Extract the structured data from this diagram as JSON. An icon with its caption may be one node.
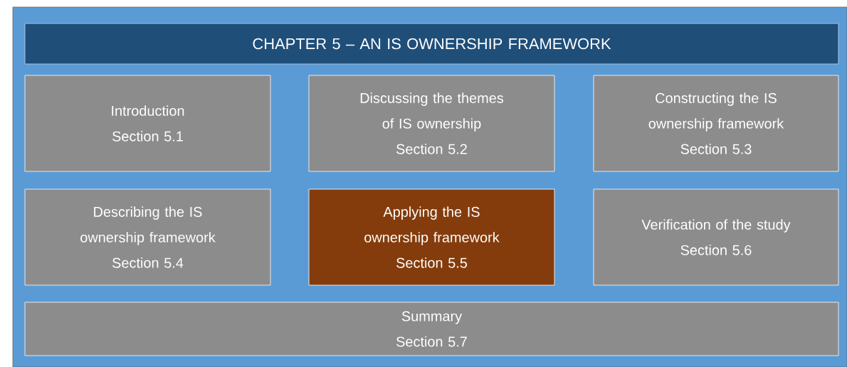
{
  "diagram": {
    "nodes": [
      {
        "text": [
          "CHAPTER 5 – AN IS OWNERSHIP FRAMEWORK"
        ]
      },
      {
        "text": [
          "Introduction",
          "Section 5.1"
        ]
      },
      {
        "text": [
          "Discussing the themes of IS ownership",
          "Section 5.2"
        ]
      },
      {
        "text": [
          "Constructing the IS ownership framework",
          "Section 5.3"
        ]
      },
      {
        "text": [
          "Describing the IS ownership framework",
          "Section 5.4"
        ]
      },
      {
        "text": [
          "Applying the IS ownership framework",
          "Section 5.5"
        ]
      },
      {
        "text": [
          "Verification of the study",
          "Section 5.6"
        ]
      },
      {
        "text": [
          "Summary",
          "Section 5.7"
        ]
      }
    ]
  }
}
